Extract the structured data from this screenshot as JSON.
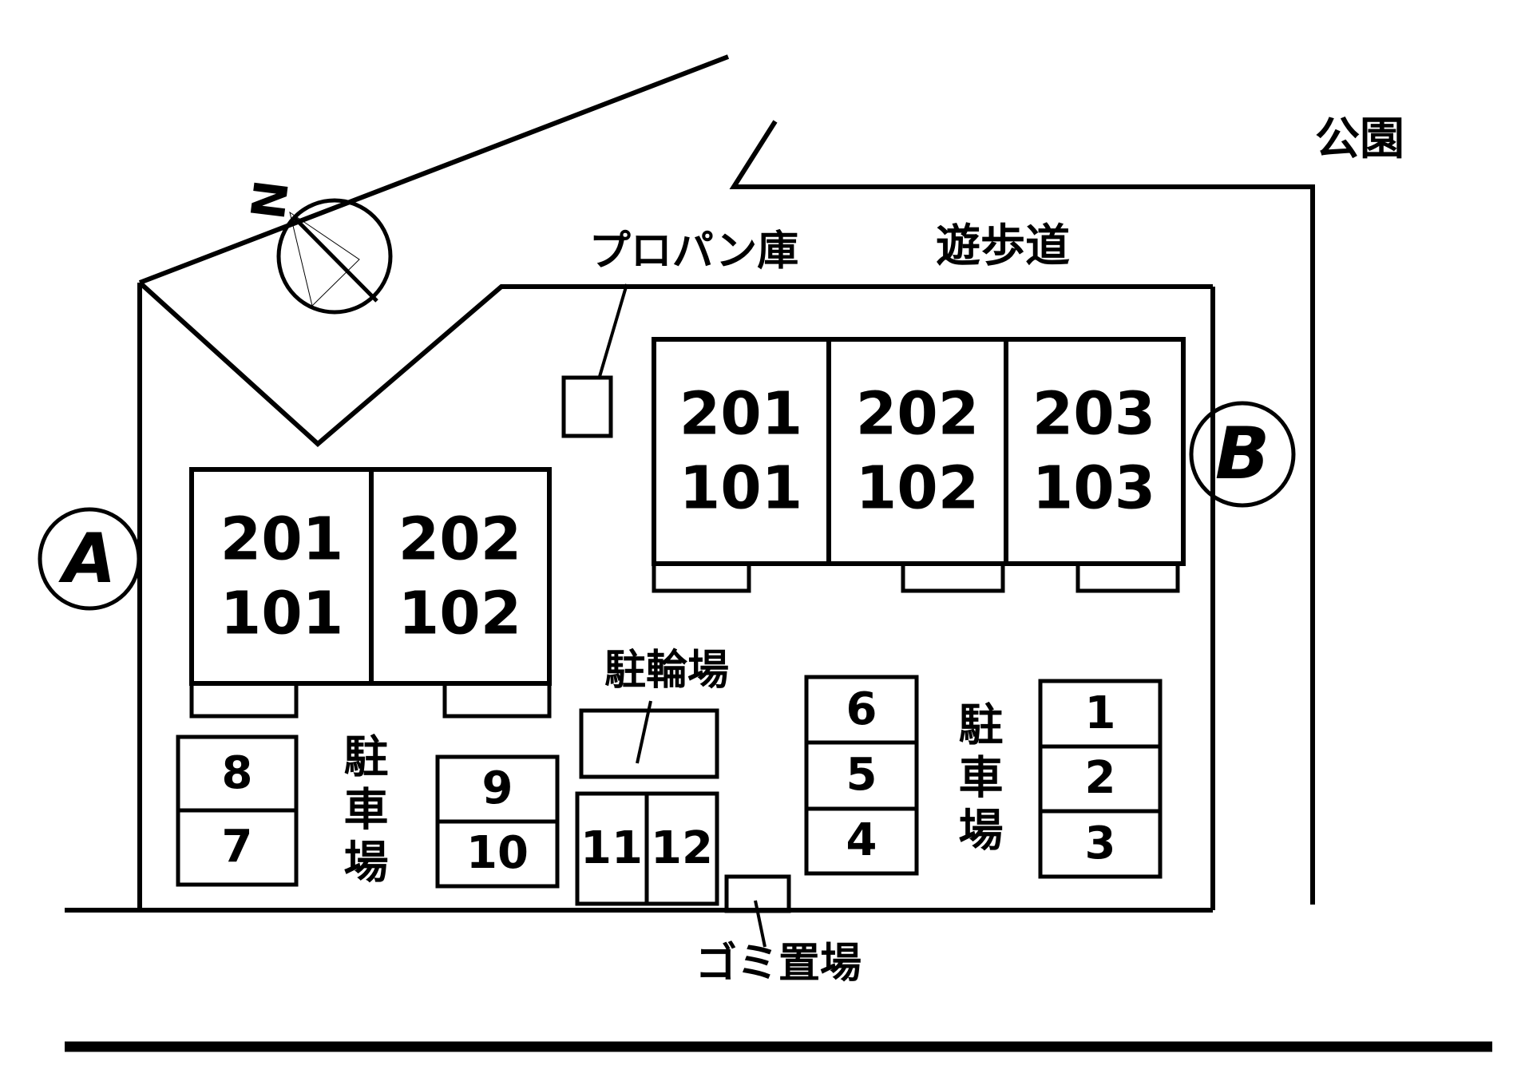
{
  "compass": {
    "north": "N"
  },
  "areas": {
    "park": "公園",
    "promenade": "遊歩道",
    "propane_storage": "プロパン庫",
    "bicycle_parking": "駐輪場",
    "parking_west": "駐車場",
    "parking_east": "駐車場",
    "garbage_area": "ゴミ置場"
  },
  "building_a": {
    "marker": "A",
    "units": [
      {
        "upper": "201",
        "lower": "101"
      },
      {
        "upper": "202",
        "lower": "102"
      }
    ]
  },
  "building_b": {
    "marker": "B",
    "units": [
      {
        "upper": "201",
        "lower": "101"
      },
      {
        "upper": "202",
        "lower": "102"
      },
      {
        "upper": "203",
        "lower": "103"
      }
    ]
  },
  "parking_spaces": {
    "block_87": [
      "8",
      "7"
    ],
    "block_910": [
      "9",
      "10"
    ],
    "block_1112": [
      "11",
      "12"
    ],
    "block_654": [
      "6",
      "5",
      "4"
    ],
    "block_123": [
      "1",
      "2",
      "3"
    ]
  }
}
